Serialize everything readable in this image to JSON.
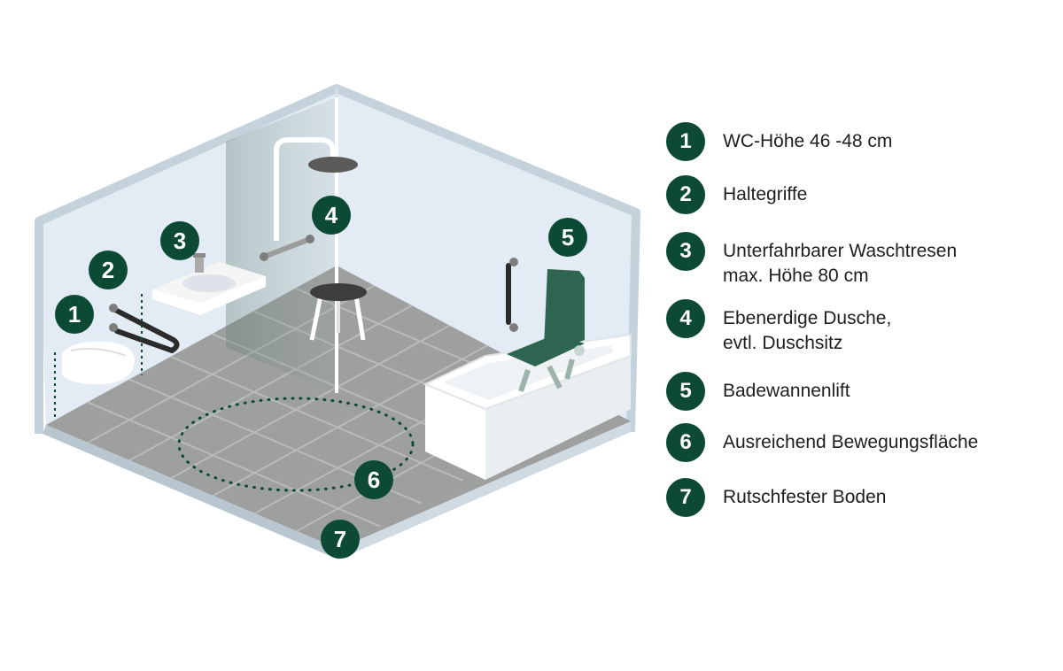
{
  "colors": {
    "badge": "#0d4a36",
    "wall_light": "#e3ecf5",
    "wall_frame": "#c4d2dc",
    "floor_tile": "#9ea0a0",
    "floor_grout": "#b9bbbb",
    "accent_dark_green": "#2f6550"
  },
  "badges": [
    "1",
    "2",
    "3",
    "4",
    "5",
    "6",
    "7"
  ],
  "legend": [
    {
      "num": "1",
      "lines": [
        "WC-Höhe 46 -48 cm"
      ]
    },
    {
      "num": "2",
      "lines": [
        "Haltegriffe"
      ]
    },
    {
      "num": "3",
      "lines": [
        "Unterfahrbarer Waschtresen",
        "max. Höhe 80 cm"
      ]
    },
    {
      "num": "4",
      "lines": [
        "Ebenerdige Dusche,",
        "evtl. Duschsitz"
      ]
    },
    {
      "num": "5",
      "lines": [
        "Badewannenlift"
      ]
    },
    {
      "num": "6",
      "lines": [
        "Ausreichend Bewegungsfläche"
      ]
    },
    {
      "num": "7",
      "lines": [
        "Rutschfester Boden"
      ]
    }
  ]
}
